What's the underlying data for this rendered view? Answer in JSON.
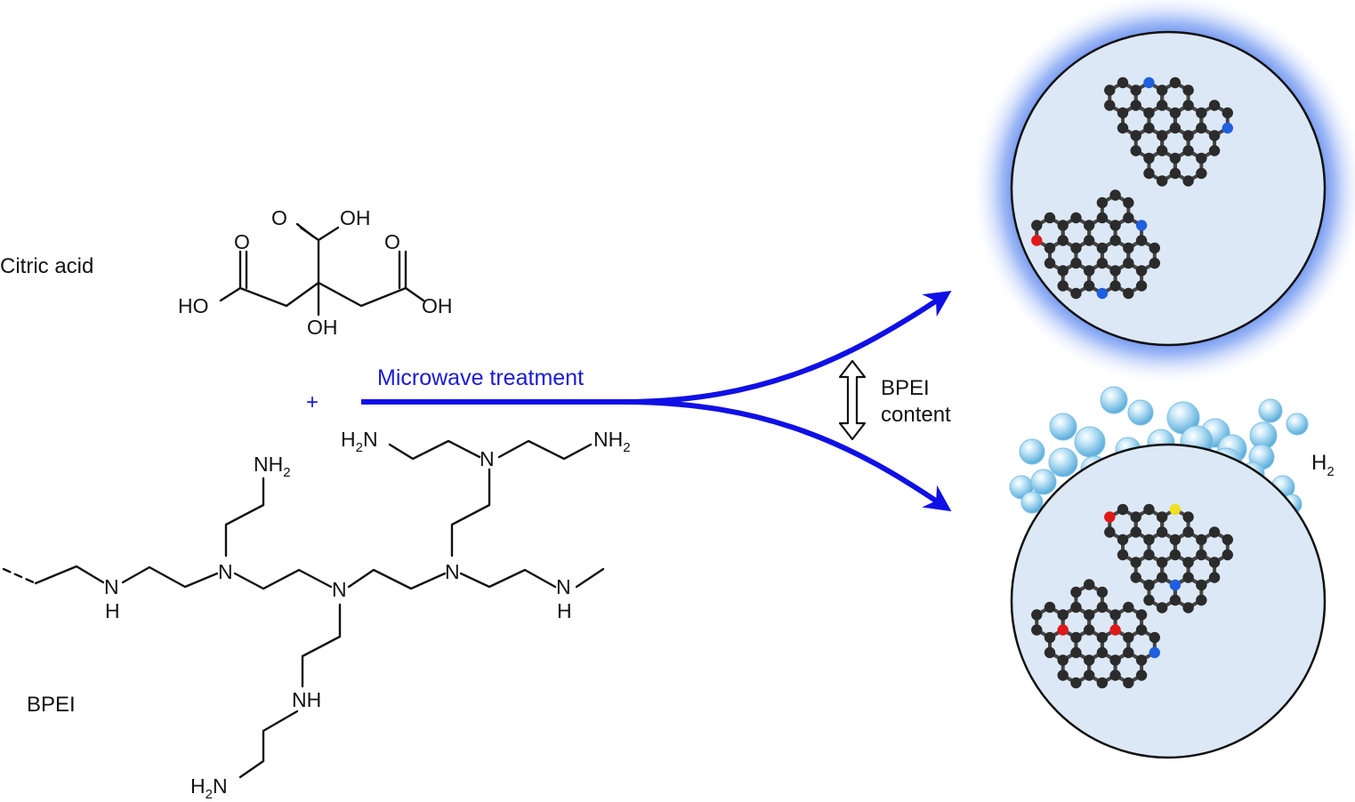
{
  "labels": {
    "citric_acid": "Citric acid",
    "bpei": "BPEI",
    "plus": "+",
    "microwave": "Microwave treatment",
    "bpei_content_line1": "BPEI",
    "bpei_content_line2": "content",
    "h2_main": "H",
    "h2_sub": "2"
  },
  "atoms": {
    "O": "O",
    "OH": "OH",
    "HO": "HO",
    "N": "N",
    "H": "H",
    "NH": "NH",
    "NH2_main": "NH",
    "H2N_main": "H",
    "H2N_tail": "N",
    "sub2": "2"
  },
  "colors": {
    "arrow": "#1010e6",
    "microwave_text": "#1a1ad6",
    "glow": "#3a6fe8",
    "particle_fill": "#dce8f5",
    "carbon": "#2b2b2b",
    "nitrogen": "#1f5fe0",
    "oxygen": "#e01818",
    "sulfur": "#f0e020",
    "bubble": "#9fd4ef"
  }
}
